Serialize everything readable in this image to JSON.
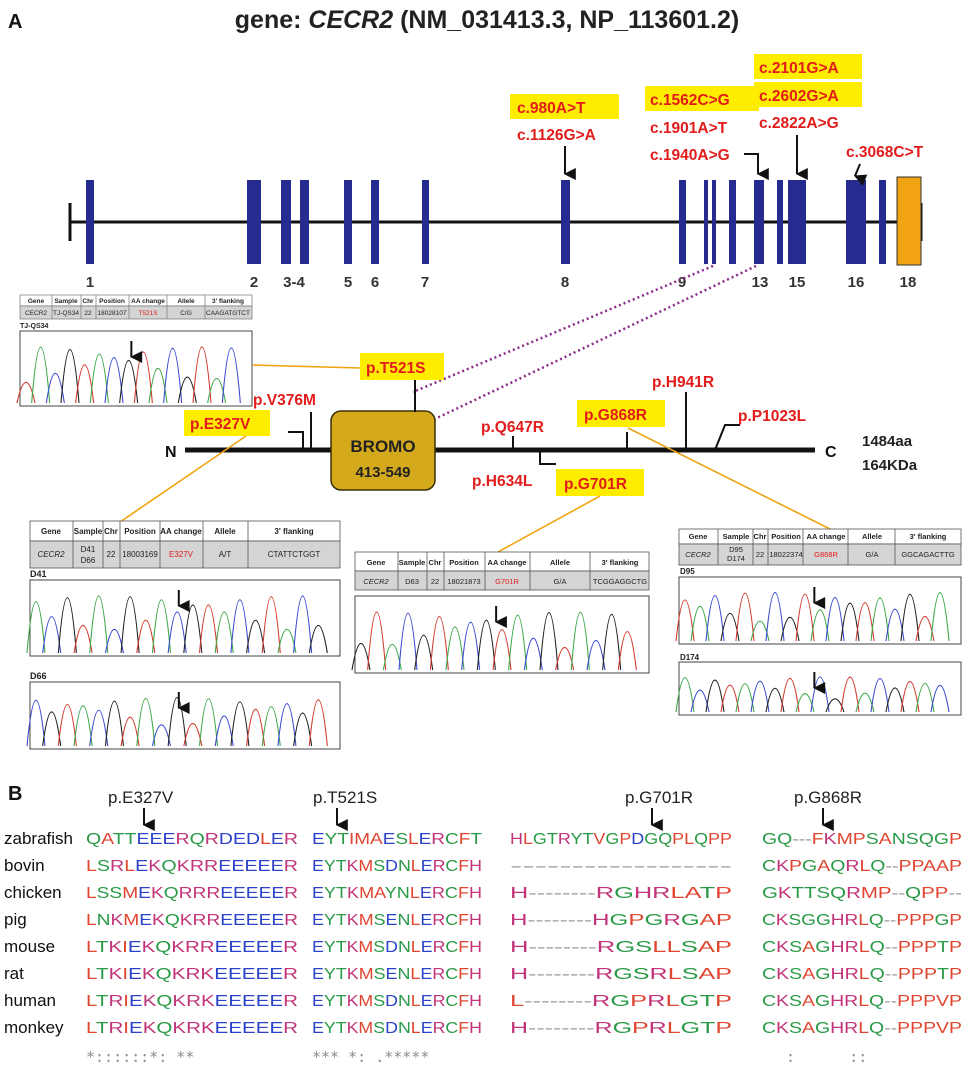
{
  "panel_a_label": "A",
  "panel_b_label": "B",
  "title": {
    "prefix": "gene: ",
    "gene": "CECR2",
    "suffix": " (NM_031413.3, NP_113601.2)"
  },
  "exon_numbers": [
    "1",
    "2",
    "3-4",
    "5",
    "6",
    "7",
    "8",
    "9",
    "13",
    "15",
    "16",
    "18"
  ],
  "cdna_mutations": {
    "highlighted": [
      "c.980A>T",
      "c.1562C>G",
      "c.2101G>A",
      "c.2602G>A"
    ],
    "plain": [
      "c.1126G>A",
      "c.1901A>T",
      "c.1940A>G",
      "c.2822A>G",
      "c.3068C>T"
    ]
  },
  "protein": {
    "n_label": "N",
    "c_label": "C",
    "domain_name": "BROMO",
    "domain_range": "413-549",
    "length": "1484aa",
    "mass": "164KDa",
    "highlighted": [
      "p.T521S",
      "p.E327V",
      "p.G868R",
      "p.G701R"
    ],
    "plain": [
      "p.V376M",
      "p.Q647R",
      "p.H634L",
      "p.H941R",
      "p.P1023L"
    ]
  },
  "table_headers": [
    "Gene",
    "Sample",
    "Chr",
    "Position",
    "AA change",
    "Allele",
    "3' flanking"
  ],
  "tables": {
    "t521s": {
      "sample_label": "TJ-QS34",
      "gene": "CECR2",
      "sample": "TJ-QS34",
      "chr": "22",
      "position": "18028107",
      "aa": "T521S",
      "allele": "C/G",
      "flank": "CAAGATGTCT"
    },
    "e327v": {
      "sample_label_1": "D41",
      "sample_label_2": "D66",
      "gene": "CECR2",
      "sample_1": "D41",
      "sample_2": "D66",
      "chr": "22",
      "position": "18003169",
      "aa": "E327V",
      "allele": "A/T",
      "flank": "CTATTCTGGT"
    },
    "g701r": {
      "gene": "CECR2",
      "sample": "D63",
      "chr": "22",
      "position": "18021873",
      "aa": "G701R",
      "allele": "G/A",
      "flank": "TCGGAGGCTG"
    },
    "g868r": {
      "sample_label_1": "D95",
      "sample_label_2": "D174",
      "gene": "CECR2",
      "sample_1": "D95",
      "sample_2": "D174",
      "chr": "22",
      "position": "18022374",
      "aa": "G868R",
      "allele": "G/A",
      "flank": "GGCAGACTTG"
    }
  },
  "alignment": {
    "column_labels": [
      "p.E327V",
      "p.T521S",
      "p.G701R",
      "p.G868R"
    ],
    "species": [
      "zabrafish",
      "bovin",
      "chicken",
      "pig",
      "mouse",
      "rat",
      "human",
      "monkey"
    ],
    "blocks": [
      [
        "QATTEEERQRDEDLER",
        "LSRLEKQKRREEEEER",
        "LSSMEKQRRREEEEER",
        "LNKMEKQKRREEEEER",
        "LTKIEKQKRREEEEER",
        "LTKIEKQKRKEEEEER",
        "LTRIEKQKRKEEEEER",
        "LTRIEKQKRKEEEEER"
      ],
      [
        "EYTIMAESLERCFT",
        "EYTKMSDNLERCFH",
        "EYTKMAYNLERCFH",
        "EYTKMSENLERCFH",
        "EYTKMSDNLERCFH",
        "EYTKMSENLERCFH",
        "EYTKMSDNLERCFH",
        "EYTKMSDNLERCFH"
      ],
      [
        "HLGTRYTVGPDGQPLQPP",
        "------------------",
        "H--------RGHRLATP",
        "H--------HGPGRGAP",
        "H--------RGSLLSAP",
        "H--------RGSRLSAP",
        "L--------RGPRLGTP",
        "H--------RGPRLGTP"
      ],
      [
        "GQ---FKMPSANSQGP",
        "CKPGAQRLQ--PPAAP",
        "GKTTSQRMP--QPP--",
        "CKSGGHRLQ--PPPGP",
        "CKSAGHRLQ--PPPTP",
        "CKSAGHRLQ--PPPTP",
        "CKSAGHRLQ--PPPVP",
        "CKSAGHRLQ--PPPVP"
      ]
    ],
    "conservation": [
      "*::::::*: **",
      "*** *: .*****",
      "",
      ":      ::"
    ]
  },
  "colors": {
    "exon": "#262b8f",
    "last_exon": "#f2a313",
    "bromo": "#d4a91c",
    "highlight": "#ffed00",
    "mutation_text": "#e21b1b",
    "connector": "#f0a40f",
    "dotted": "#8a2a8a"
  }
}
